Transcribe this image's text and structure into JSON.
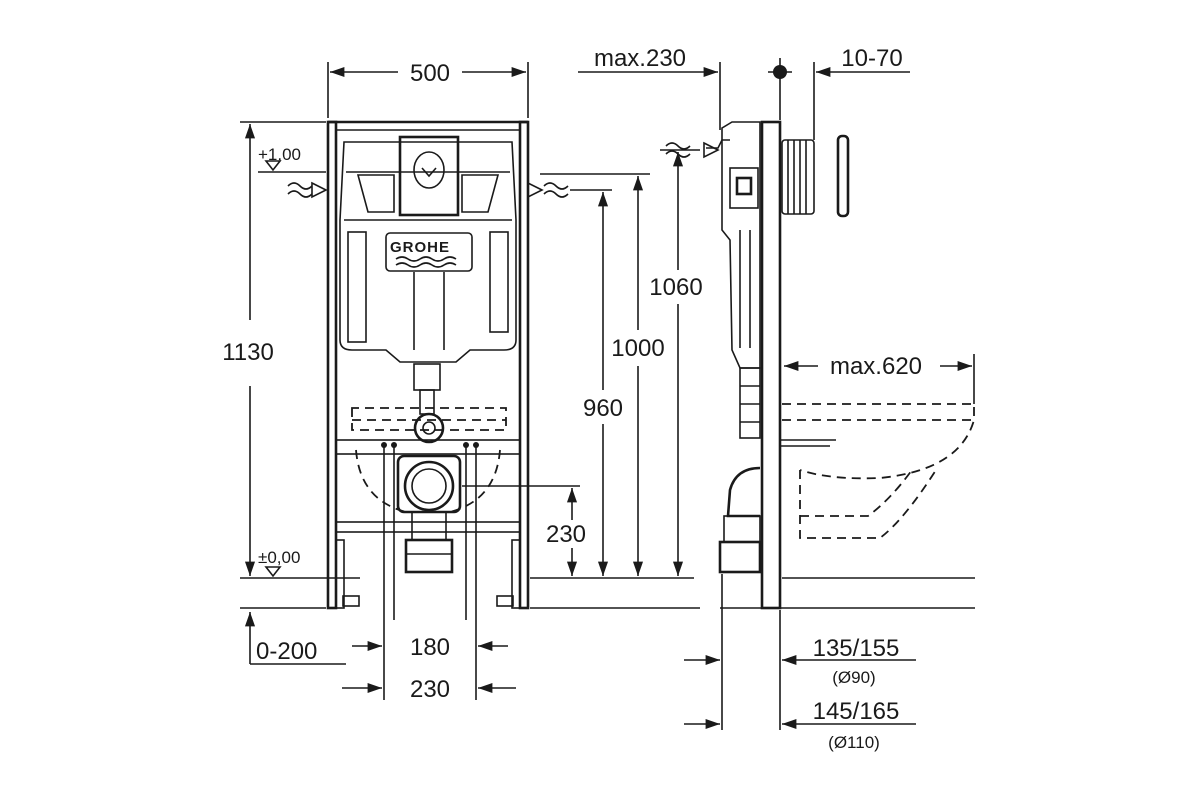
{
  "front_view": {
    "width_label": "500",
    "height_label": "1130",
    "level_top": "+1,00",
    "level_zero": "±0,00",
    "inlet_height_label": "1000",
    "inlet_lower_label": "960",
    "outlet_height_label": "230",
    "floor_adjust_label": "0-200",
    "bolt_spacing_label": "180",
    "bolt_spacing_outer_label": "230",
    "brand_logo_text": "GROHE"
  },
  "side_view": {
    "max_depth_label": "max.230",
    "wall_range_label": "10-70",
    "total_height_label": "1060",
    "bowl_projection_label": "max.620",
    "pipe_small_label": "135/155",
    "pipe_small_diameter": "(Ø90)",
    "pipe_large_label": "145/165",
    "pipe_large_diameter": "(Ø110)"
  }
}
